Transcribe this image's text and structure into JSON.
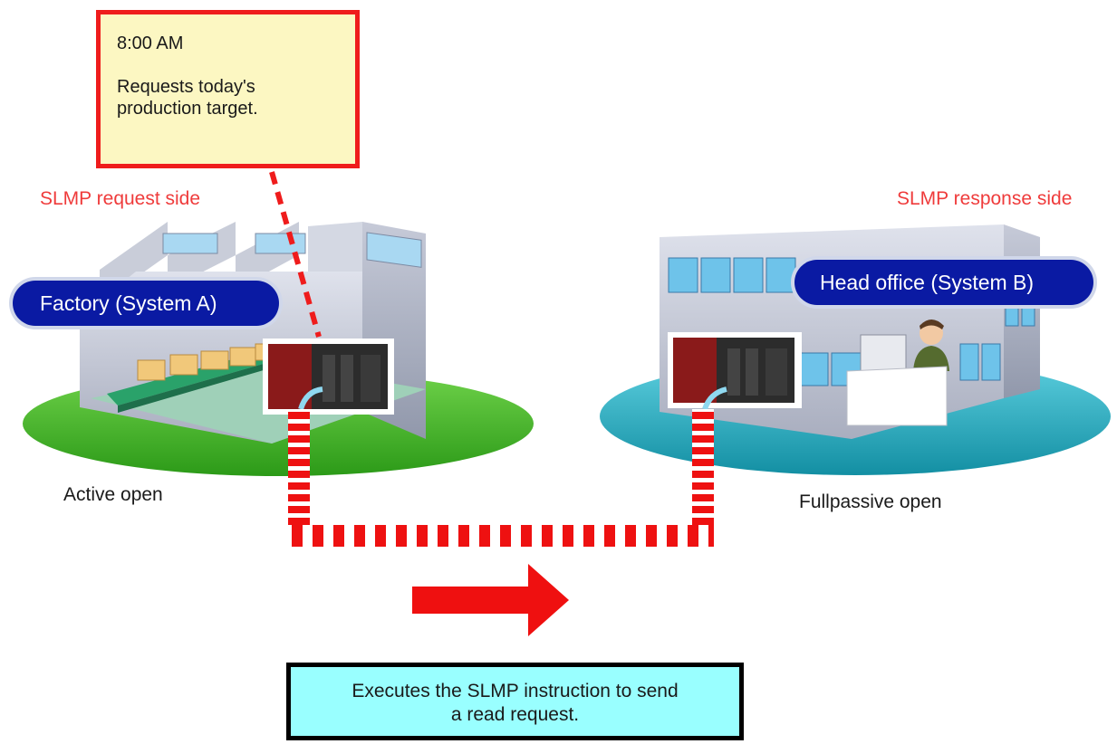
{
  "callout": {
    "time": "8:00 AM",
    "message": "Requests today's\nproduction target."
  },
  "request_side": {
    "label": "SLMP request side",
    "system_name": "Factory (System A)",
    "open_mode": "Active open"
  },
  "response_side": {
    "label": "SLMP response side",
    "system_name": "Head office (System B)",
    "open_mode": "Fullpassive open"
  },
  "action": {
    "text": "Executes the SLMP instruction to send\na read request."
  },
  "colors": {
    "accent_red": "#ef1c1c",
    "callout_fill": "#fcf7c2",
    "pill_blue": "#0a1aa3",
    "action_fill": "#99ffff",
    "factory_ground": "#3cb023",
    "office_ground": "#1faabb"
  }
}
